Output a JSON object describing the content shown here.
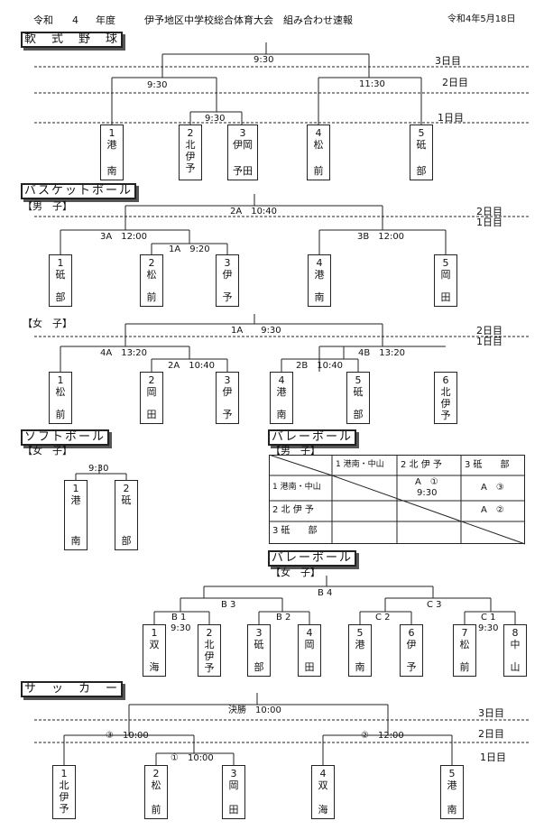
{
  "header": {
    "era": "令和",
    "year": "4",
    "nendo": "年度",
    "title": "伊予地区中学校総合体育大会　組み合わせ速報",
    "date": "令和4年5月18日"
  },
  "days": {
    "d1": "1日目",
    "d2": "2日目",
    "d3": "3日目"
  },
  "softball": {
    "title": "軟　式　野　球",
    "times": {
      "final": "9:30",
      "semi_left": "9:30",
      "semi_right": "11:30",
      "first": "9:30"
    },
    "teams": [
      {
        "num": "1",
        "name": "港",
        "bottom": "南"
      },
      {
        "num": "2",
        "name": "北\n伊\n予",
        "bottom": ""
      },
      {
        "num": "3",
        "name": "伊岡",
        "bottom": "予田"
      },
      {
        "num": "4",
        "name": "松",
        "bottom": "前"
      },
      {
        "num": "5",
        "name": "砥",
        "bottom": "部"
      }
    ]
  },
  "basket_boys": {
    "title": "バスケットボール",
    "gender": "【男　子】",
    "times": {
      "final": "2A　10:40",
      "semi_left": "3A　12:00",
      "first": "1A　9:20",
      "semi_right": "3B　12:00"
    },
    "teams": [
      {
        "num": "1",
        "name": "砥",
        "bottom": "部"
      },
      {
        "num": "2",
        "name": "松",
        "bottom": "前"
      },
      {
        "num": "3",
        "name": "伊",
        "bottom": "予"
      },
      {
        "num": "4",
        "name": "港",
        "bottom": "南"
      },
      {
        "num": "5",
        "name": "岡",
        "bottom": "田"
      }
    ]
  },
  "basket_girls": {
    "gender": "【女　子】",
    "times": {
      "final": "1A　　9:30",
      "semi_left": "4A　13:20",
      "left_first": "2A　10:40",
      "semi_right": "4B　13:20",
      "right_first": "2B　10:40"
    },
    "teams": [
      {
        "num": "1",
        "name": "松",
        "bottom": "前"
      },
      {
        "num": "2",
        "name": "岡",
        "bottom": "田"
      },
      {
        "num": "3",
        "name": "伊",
        "bottom": "予"
      },
      {
        "num": "4",
        "name": "港",
        "bottom": "南"
      },
      {
        "num": "5",
        "name": "砥",
        "bottom": "部"
      },
      {
        "num": "6",
        "name": "北\n伊\n予",
        "bottom": ""
      }
    ]
  },
  "softtennis": {
    "title": "ソフトボール",
    "gender": "【女　子】",
    "time": "9:30",
    "teams": [
      {
        "num": "1",
        "name": "港",
        "bottom": "南"
      },
      {
        "num": "2",
        "name": "砥",
        "bottom": "部"
      }
    ]
  },
  "volley_boys": {
    "title": "バレーボール",
    "gender": "【男　子】",
    "columns": [
      "1 港南・中山",
      "2 北 伊 予",
      "3 砥　　部"
    ],
    "rows": [
      "1 港南・中山",
      "2 北 伊 予",
      "3 砥　　部"
    ],
    "cells": {
      "r1c2a": "A　①",
      "r1c2b": "9:30",
      "r1c3": "A　③",
      "r2c3": "A　②"
    }
  },
  "volley_girls": {
    "title": "バレーボール",
    "gender": "【女　子】",
    "times": {
      "b4": "B 4",
      "b3": "B 3",
      "c3": "C 3",
      "b1": "B 1",
      "b1t": "9:30",
      "b2": "B 2",
      "c2": "C 2",
      "c1": "C 1",
      "c1t": "9:30"
    },
    "teams": [
      {
        "num": "1",
        "name": "双",
        "bottom": "海"
      },
      {
        "num": "2",
        "name": "北\n伊\n予",
        "bottom": ""
      },
      {
        "num": "3",
        "name": "砥",
        "bottom": "部"
      },
      {
        "num": "4",
        "name": "岡",
        "bottom": "田"
      },
      {
        "num": "5",
        "name": "港",
        "bottom": "南"
      },
      {
        "num": "6",
        "name": "伊",
        "bottom": "予"
      },
      {
        "num": "7",
        "name": "松",
        "bottom": "前"
      },
      {
        "num": "8",
        "name": "中",
        "bottom": "山"
      }
    ]
  },
  "soccer": {
    "title": "サ　ッ　カ　ー",
    "times": {
      "final": "決勝　10:00",
      "semi_left": "③　10:00",
      "first": "①　10:00",
      "semi_right": "②　12:00"
    },
    "teams": [
      {
        "num": "1",
        "name": "北\n伊\n予",
        "bottom": ""
      },
      {
        "num": "2",
        "name": "松",
        "bottom": "前"
      },
      {
        "num": "3",
        "name": "岡",
        "bottom": "田"
      },
      {
        "num": "4",
        "name": "双",
        "bottom": "海"
      },
      {
        "num": "5",
        "name": "港",
        "bottom": "南"
      }
    ]
  }
}
